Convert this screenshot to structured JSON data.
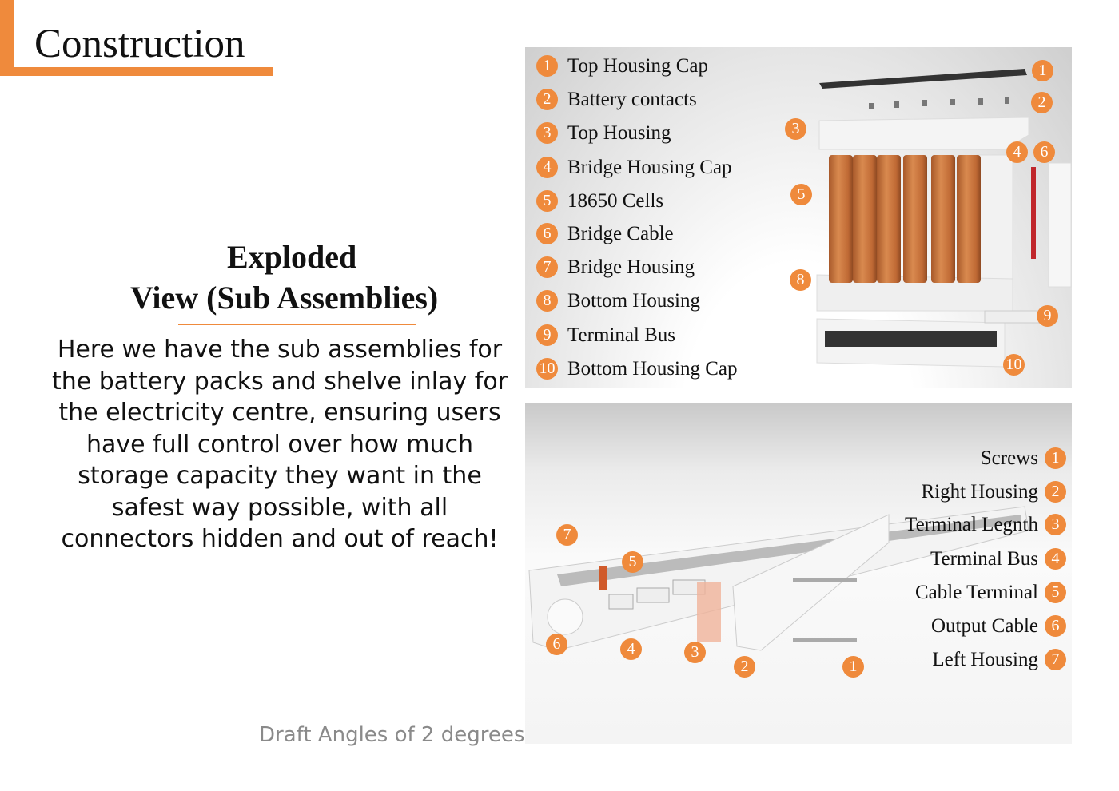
{
  "title": "Construction",
  "subtitle_line1": "Exploded",
  "subtitle_line2": "View (Sub Assemblies)",
  "body_text": "Here we have the sub assemblies for the battery packs and shelve inlay for the electricity centre, ensuring users have full control over how much storage capacity they want in the safest way possible, with all connectors hidden and out of reach!",
  "footnote": "Draft Angles of 2 degrees",
  "accent_color": "#ef8a3c",
  "battery_pack": {
    "legend": [
      {
        "n": "1",
        "label": "Top Housing Cap"
      },
      {
        "n": "2",
        "label": "Battery contacts"
      },
      {
        "n": "3",
        "label": "Top Housing"
      },
      {
        "n": "4",
        "label": "Bridge Housing Cap"
      },
      {
        "n": "5",
        "label": "18650 Cells"
      },
      {
        "n": "6",
        "label": "Bridge Cable"
      },
      {
        "n": "7",
        "label": "Bridge Housing"
      },
      {
        "n": "8",
        "label": "Bottom Housing"
      },
      {
        "n": "9",
        "label": "Terminal Bus"
      },
      {
        "n": "10",
        "label": "Bottom Housing Cap"
      }
    ],
    "callouts": [
      "1",
      "2",
      "3",
      "4",
      "6",
      "5",
      "8",
      "9",
      "10"
    ]
  },
  "shelf_inlay": {
    "legend": [
      {
        "n": "1",
        "label": "Screws"
      },
      {
        "n": "2",
        "label": "Right Housing"
      },
      {
        "n": "3",
        "label": "Terminal Legnth"
      },
      {
        "n": "4",
        "label": "Terminal Bus"
      },
      {
        "n": "5",
        "label": "Cable Terminal"
      },
      {
        "n": "6",
        "label": "Output Cable"
      },
      {
        "n": "7",
        "label": "Left Housing"
      }
    ],
    "callouts": [
      "7",
      "5",
      "6",
      "4",
      "3",
      "2",
      "1"
    ]
  }
}
